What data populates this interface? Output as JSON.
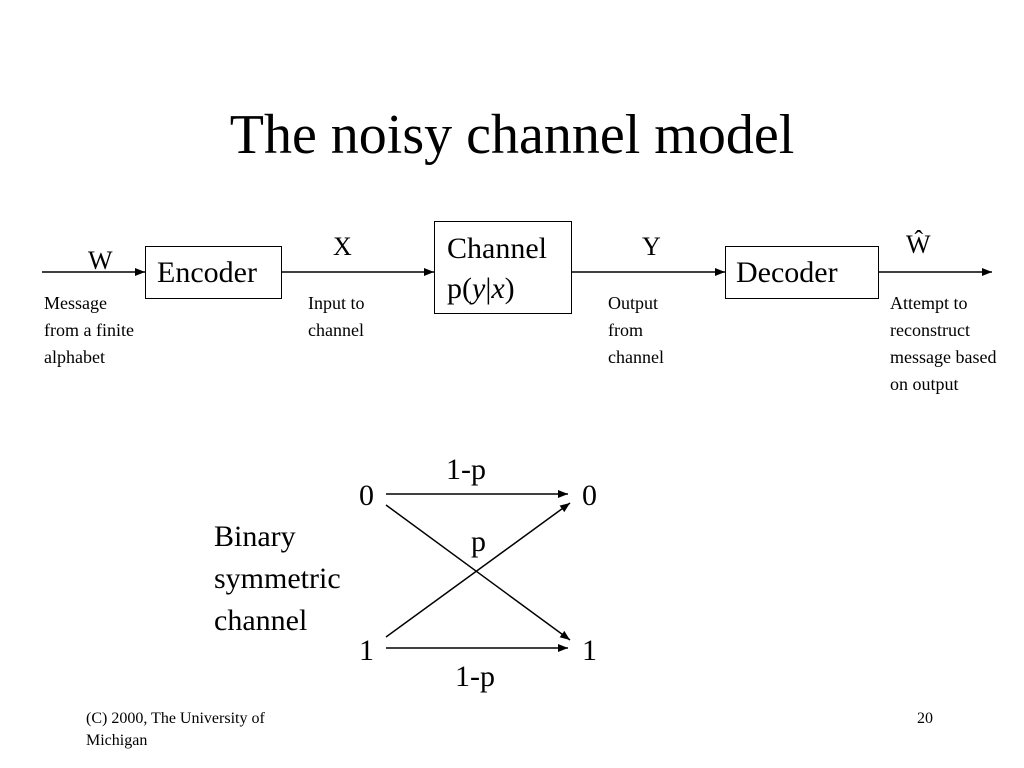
{
  "slide": {
    "title": "The noisy channel model",
    "colors": {
      "text": "#000000",
      "background": "#ffffff"
    }
  },
  "pipeline": {
    "input_symbol": "W",
    "encoder_label": "Encoder",
    "channel_label_line1": "Channel",
    "channel_label_line2_prefix": "p(",
    "channel_label_line2_y": "y",
    "channel_label_line2_bar": "|",
    "channel_label_line2_x": "x",
    "channel_label_line2_suffix": ")",
    "channel_input_symbol": "X",
    "channel_output_symbol": "Y",
    "decoder_label": "Decoder",
    "output_symbol": "Ŵ",
    "notes": {
      "message": "Message from a finite alphabet",
      "input": "Input to channel",
      "output": "Output from channel",
      "attempt": "Attempt to reconstruct message based on output"
    }
  },
  "bsc": {
    "name": "Binary symmetric channel",
    "left_zero": "0",
    "left_one": "1",
    "right_zero": "0",
    "right_one": "1",
    "top_prob": "1-p",
    "cross_prob": "p",
    "bottom_prob": "1-p"
  },
  "footer": {
    "copyright": "(C) 2000, The University of Michigan",
    "page_number": "20"
  }
}
